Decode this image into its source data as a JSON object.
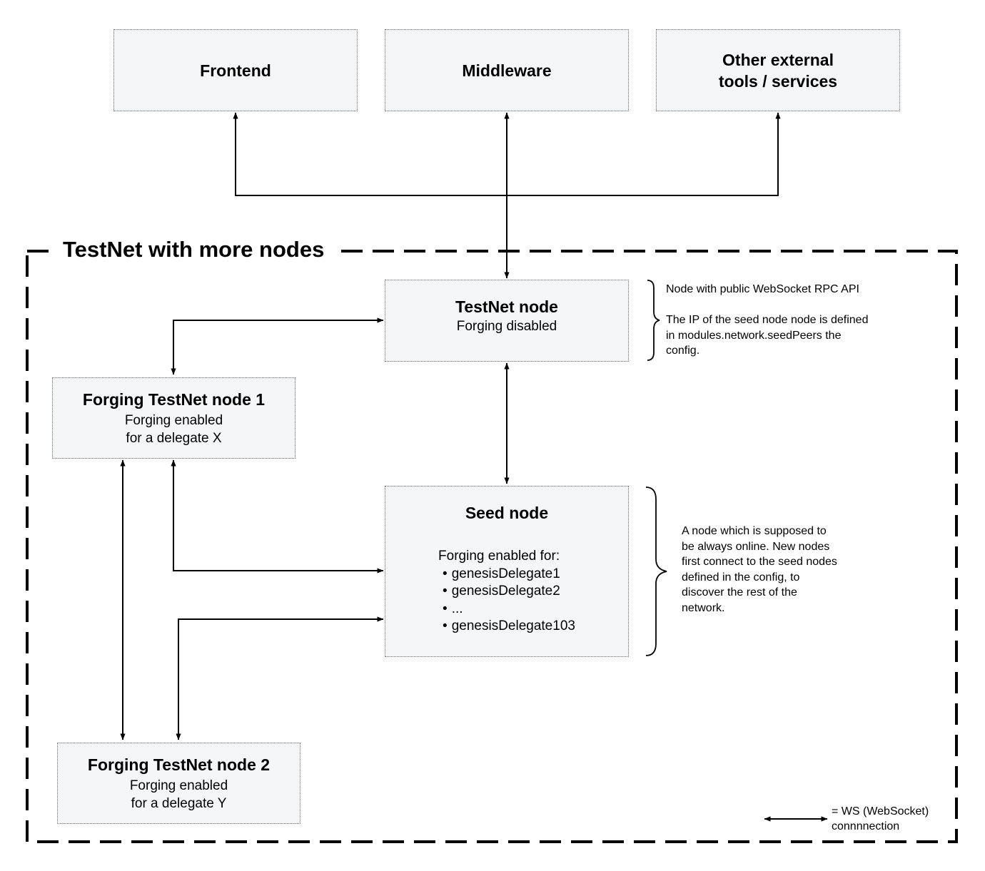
{
  "top_boxes": {
    "frontend": "Frontend",
    "middleware": "Middleware",
    "external_line1": "Other external",
    "external_line2": "tools / services"
  },
  "group": {
    "title": "TestNet with more nodes"
  },
  "testnet_node": {
    "title": "TestNet node",
    "subtitle": "Forging disabled"
  },
  "forging_node_1": {
    "title": "Forging TestNet node 1",
    "line1": "Forging enabled",
    "line2": "for a delegate X"
  },
  "forging_node_2": {
    "title": "Forging TestNet node 2",
    "line1": "Forging enabled",
    "line2": "for a delegate Y"
  },
  "seed_node": {
    "title": "Seed node",
    "list_heading": "Forging enabled for:",
    "items": [
      "genesisDelegate1",
      "genesisDelegate2",
      "...",
      "genesisDelegate103"
    ]
  },
  "testnet_note": {
    "line1": "Node with public WebSocket RPC API",
    "line2": "The IP of the seed node node is defined",
    "line3": "in modules.network.seedPeers the",
    "line4": "config."
  },
  "seed_note": {
    "line1": "A node which is supposed to",
    "line2": "be always online. New nodes",
    "line3": "first connect to the seed nodes",
    "line4": "defined in the config, to",
    "line5": "discover the rest of the",
    "line6": "network."
  },
  "legend": {
    "line1": "= WS (WebSocket)",
    "line2": "connnnection"
  },
  "colors": {
    "box_fill": "#f5f6f8",
    "box_border": "#666666",
    "line": "#000000"
  }
}
